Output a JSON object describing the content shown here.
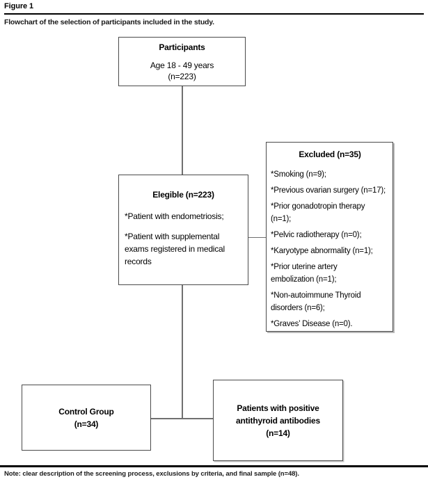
{
  "header": {
    "figure_label": "Figure 1",
    "caption": "Flowchart of the selection of participants included in the study."
  },
  "flowchart": {
    "participants": {
      "title": "Participants",
      "line1": "Age 18 - 49 years",
      "line2": "(n=223)"
    },
    "eligible": {
      "title": "Elegible (n=223)",
      "items": [
        "*Patient with endometriosis;",
        "*Patient with supplemental\nexams registered in medical\nrecords"
      ]
    },
    "excluded": {
      "title": "Excluded (n=35)",
      "items": [
        "*Smoking (n=9);",
        "*Previous ovarian surgery (n=17);",
        "*Prior gonadotropin therapy\n(n=1);",
        "*Pelvic radiotherapy (n=0);",
        "*Karyotype abnormality (n=1);",
        "*Prior uterine artery\nembolization (n=1);",
        "*Non-autoimmune Thyroid\ndisorders (n=6);",
        "*Graves’ Disease (n=0)."
      ]
    },
    "control_group": {
      "title": "Control Group",
      "line1": "(n=34)"
    },
    "positive_group": {
      "title": "Patients with positive\nantithyroid antibodies",
      "line1": "(n=14)"
    }
  },
  "note": "Note: clear description of the screening process, exclusions by criteria, and final sample (n=48).",
  "colors": {
    "box_border": "#4a4a4a",
    "connector": "#6f6f6f",
    "rule": "#000000",
    "background": "#ffffff",
    "text": "#000000"
  }
}
